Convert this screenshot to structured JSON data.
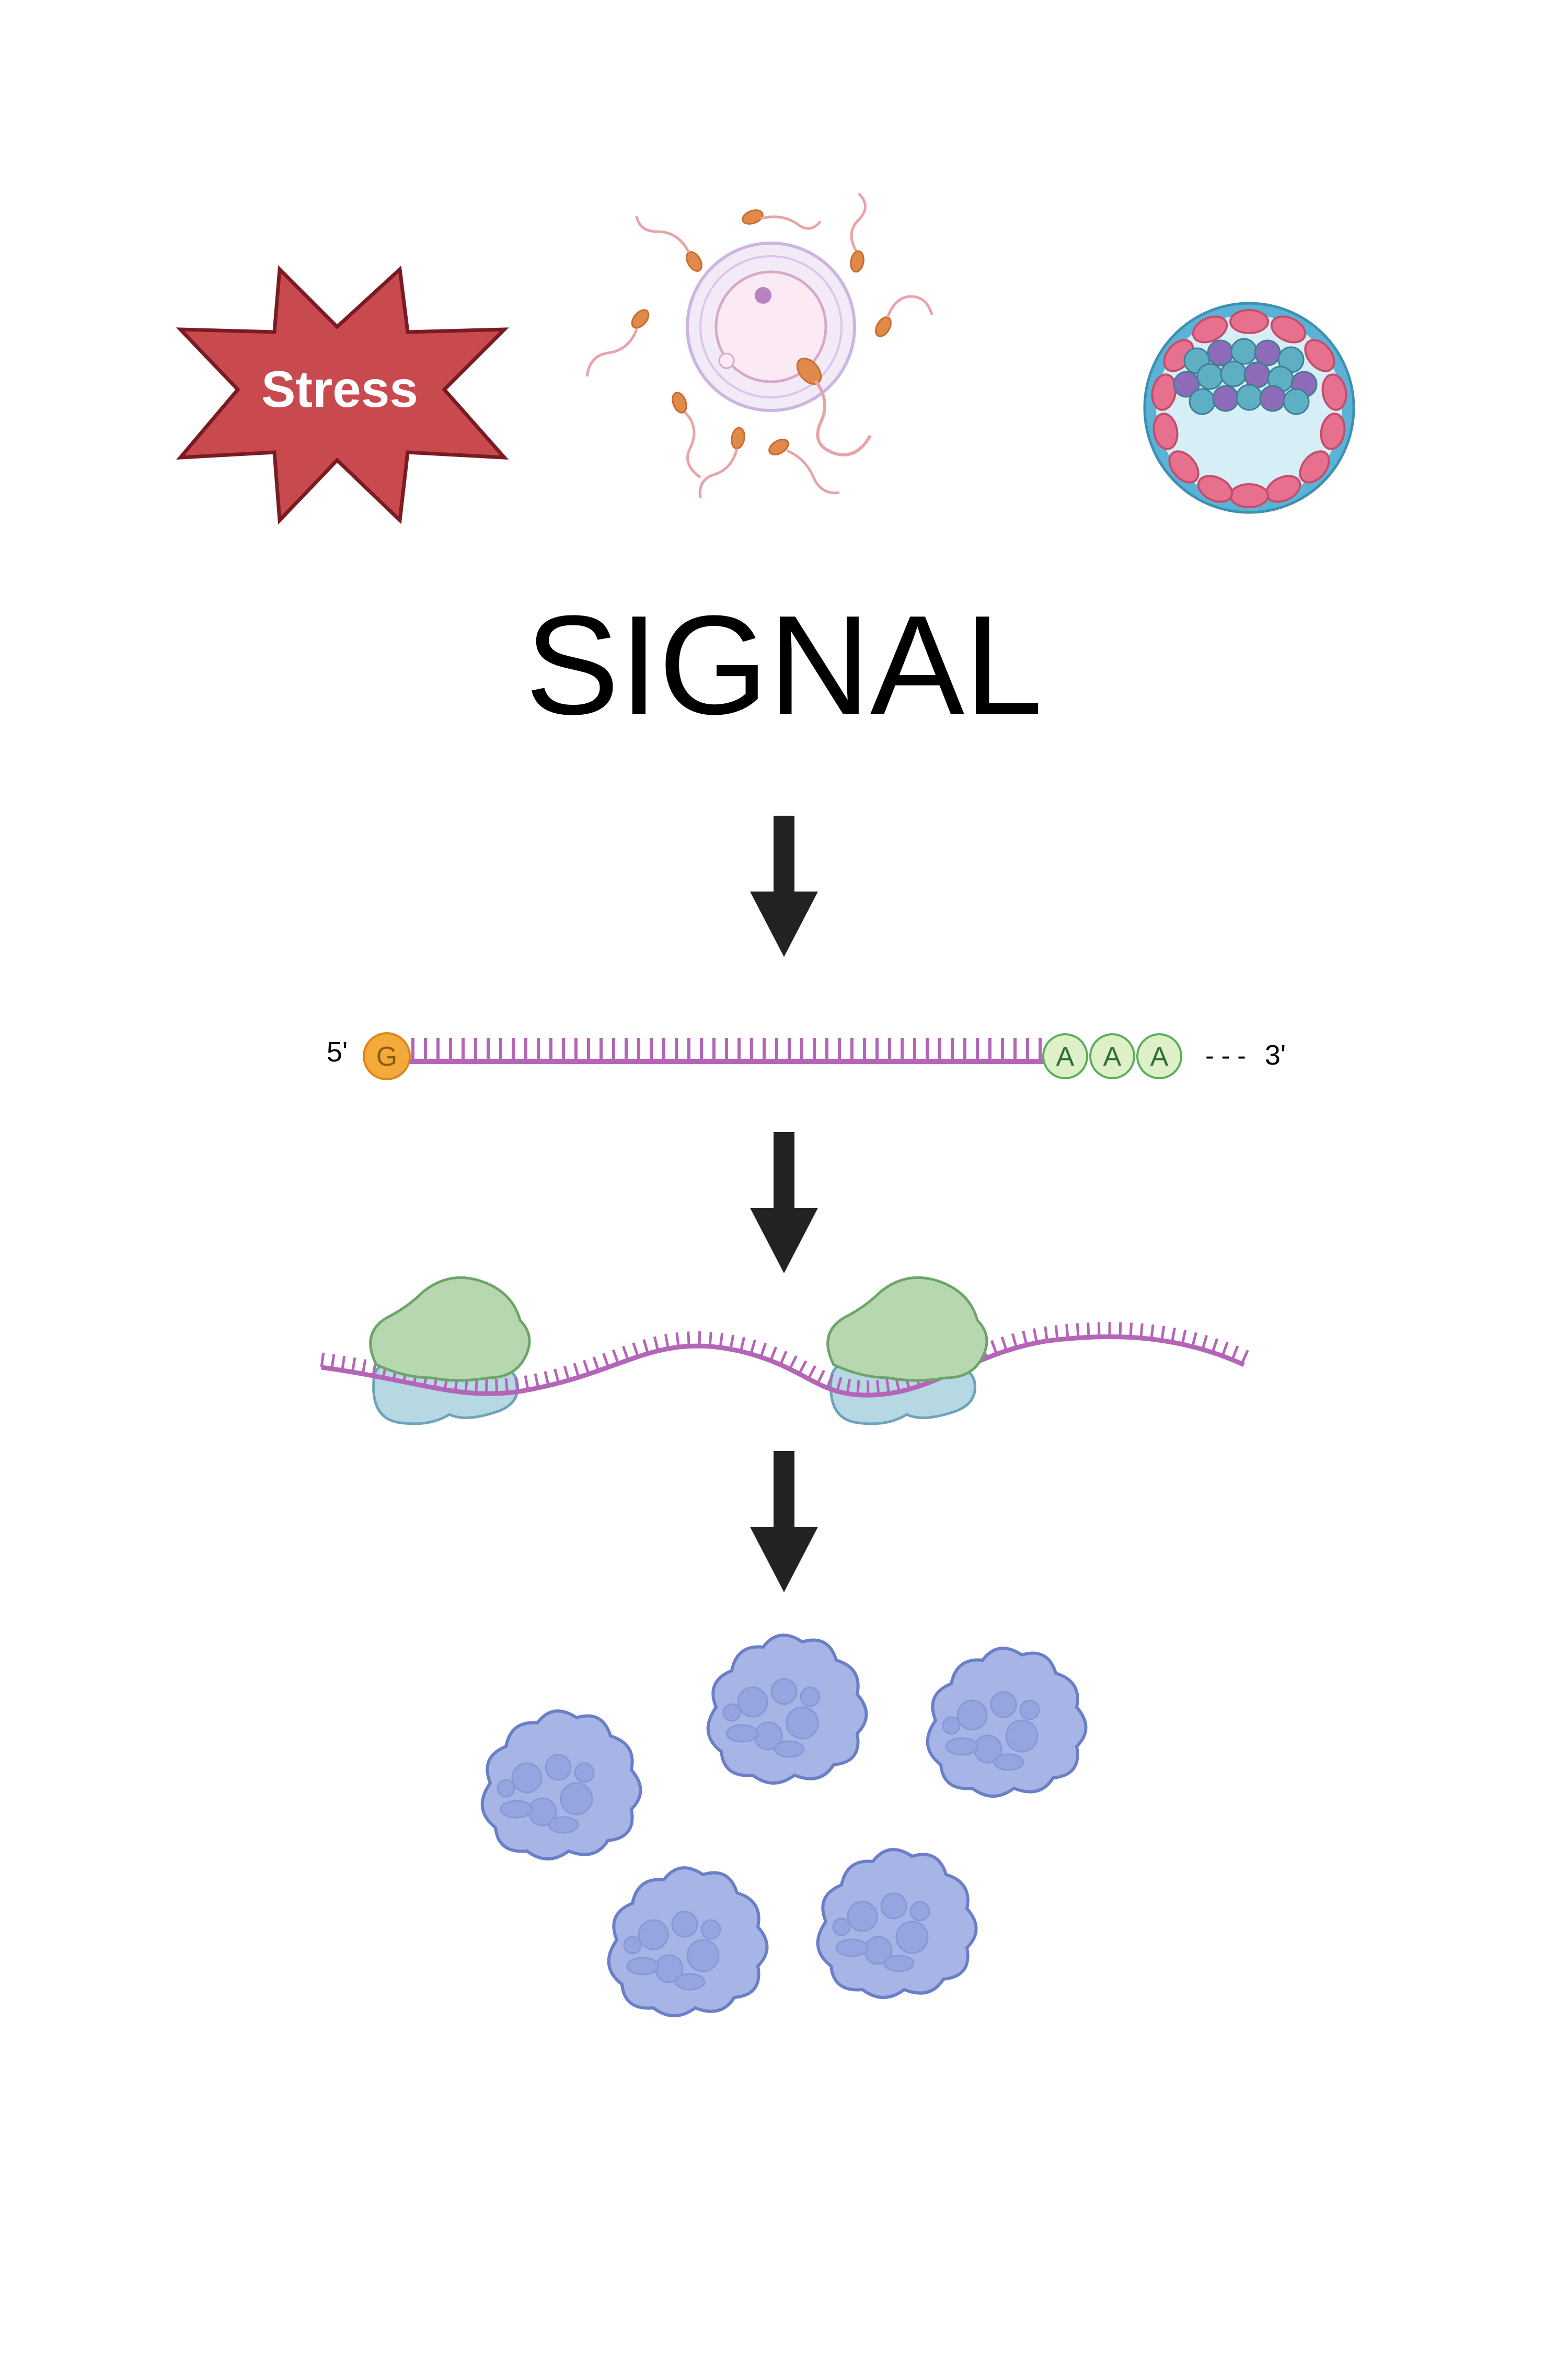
{
  "stress": {
    "label": "Stress",
    "fill": "#C84A4E",
    "stroke": "#7A1B22"
  },
  "title": {
    "text": "SIGNAL"
  },
  "mrna": {
    "five_prime": "5'",
    "cap_label": "G",
    "poly_a": [
      "A",
      "A",
      "A"
    ],
    "tail_dashes": "- - -",
    "three_prime": "3'",
    "strand_color": "#B565B8",
    "cap_color": "#F4A93B",
    "poly_a_color": "#DDF0C8"
  },
  "colors": {
    "arrow": "#222222",
    "ribosome_large": "#B7D7B0",
    "ribosome_small": "#B5D8E3",
    "protein": "#A7B4E6",
    "egg": "#FBEAF3",
    "blastocyst_ring": "#5AB3D6"
  },
  "icons": {
    "stress": "starburst-icon",
    "fertilization": "egg-sperm-icon",
    "embryo": "blastocyst-icon",
    "arrow": "down-arrow-icon",
    "ribosome": "ribosome-icon",
    "protein": "protein-icon"
  }
}
